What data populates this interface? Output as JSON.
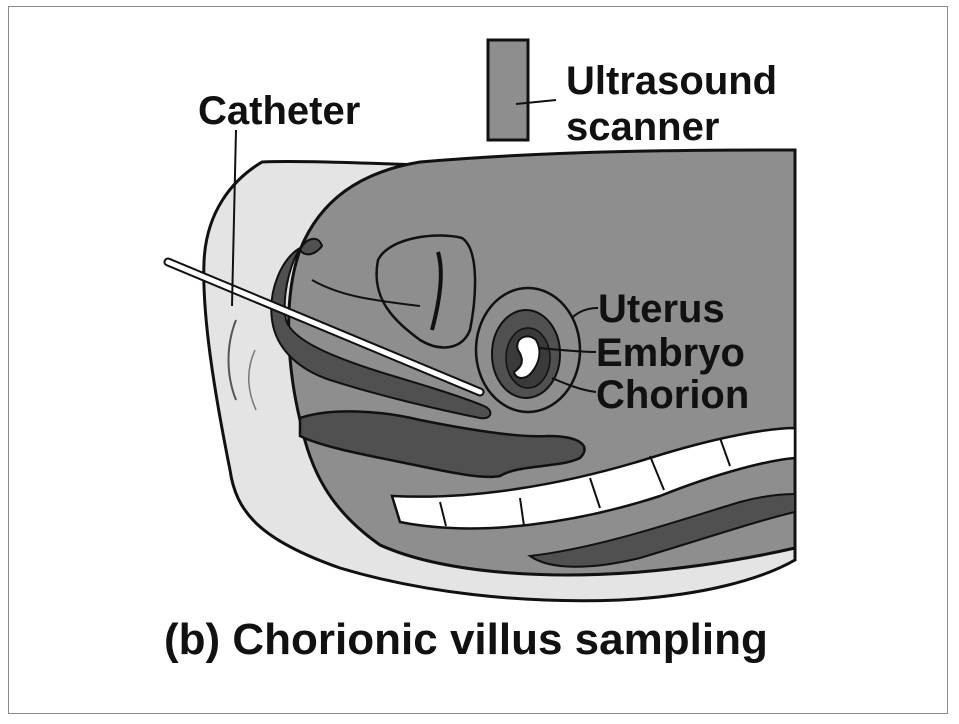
{
  "caption": "(b) Chorionic villus sampling",
  "labels": {
    "catheter": "Catheter",
    "ultrasound_line1": "Ultrasound",
    "ultrasound_line2": "scanner",
    "uterus": "Uterus",
    "embryo": "Embryo",
    "chorion": "Chorion"
  },
  "colors": {
    "background": "#ffffff",
    "skin_light": "#e4e4e4",
    "body_mid": "#8e8e8e",
    "organ_dark": "#505050",
    "outline": "#111111"
  }
}
